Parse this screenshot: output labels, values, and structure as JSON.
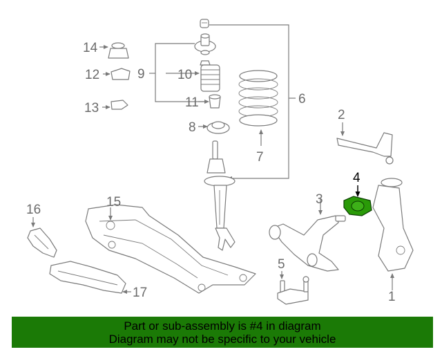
{
  "labels": {
    "c1": "1",
    "c2": "2",
    "c3": "3",
    "c4": "4",
    "c5": "5",
    "c6": "6",
    "c7": "7",
    "c8": "8",
    "c9": "9",
    "c10": "10",
    "c11": "11",
    "c12": "12",
    "c13": "13",
    "c14": "14",
    "c15": "15",
    "c16": "16",
    "c17": "17"
  },
  "banner": {
    "line1": "Part or sub-assembly is #4 in diagram",
    "line2": "Diagram may not be specific to your vehicle"
  },
  "colors": {
    "highlight_part": "#2a9a08",
    "banner_bg": "#1b7a06",
    "line": "#7a7a7a"
  }
}
